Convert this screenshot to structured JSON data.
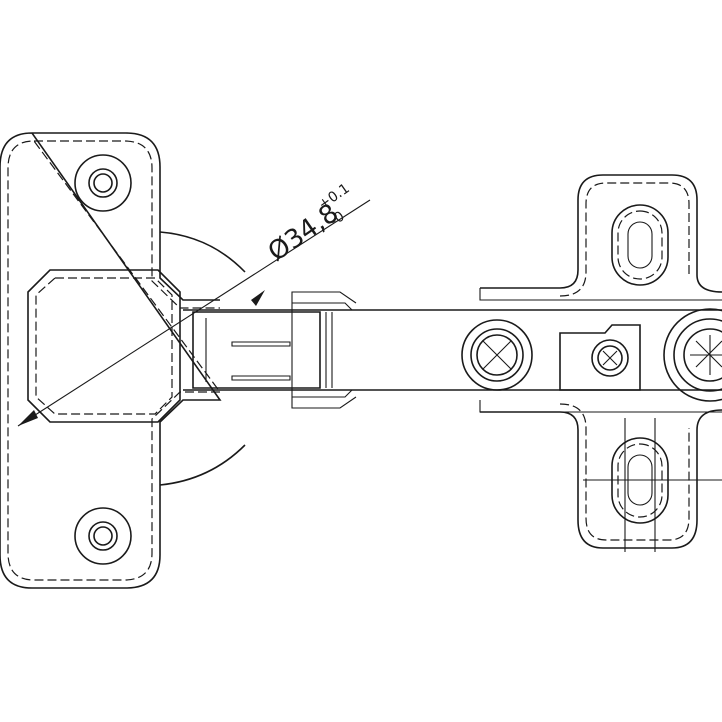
{
  "drawing": {
    "dimension": {
      "symbol": "Ø",
      "value": "34,8",
      "tolerance_upper": "+0.1",
      "tolerance_lower": "-0"
    },
    "colors": {
      "line": "#1a1a1a",
      "background": "#ffffff"
    }
  }
}
